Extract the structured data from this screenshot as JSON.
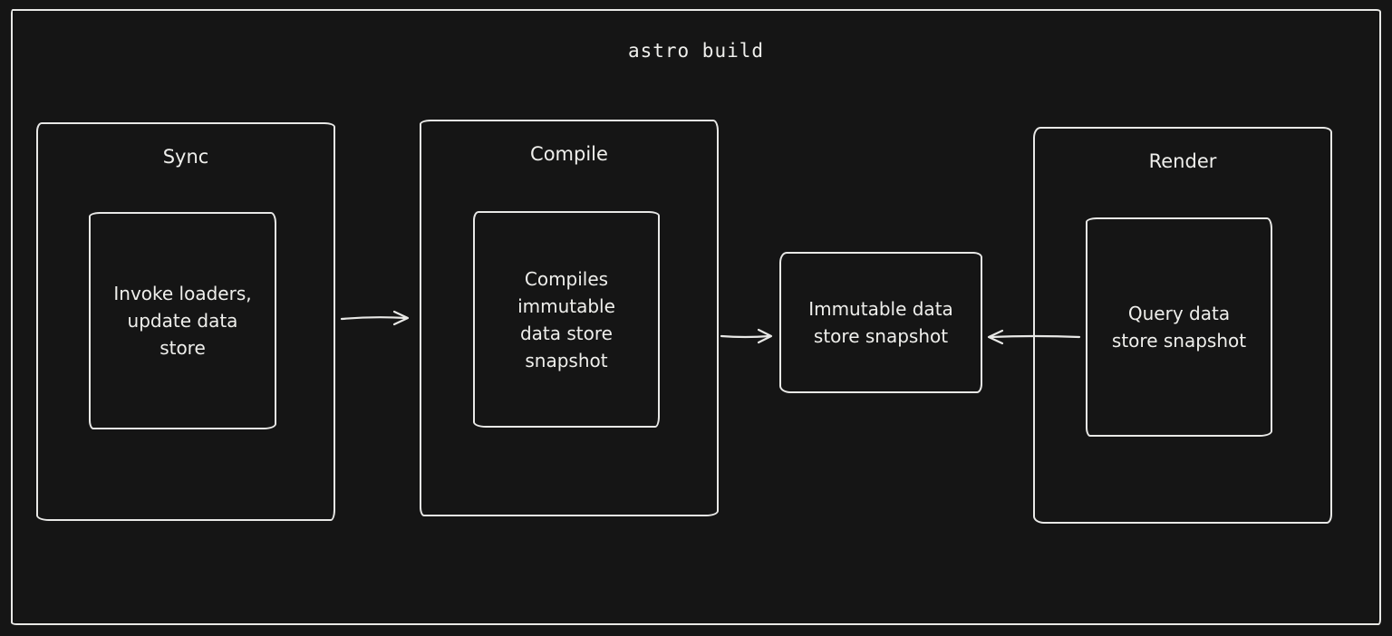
{
  "colors": {
    "bg": "#151515",
    "stroke": "#e8e8e6",
    "text": "#efefec"
  },
  "diagram": {
    "title": "astro build",
    "sync": {
      "label": "Sync",
      "inner_text": "Invoke loaders,\nupdate data\nstore"
    },
    "compile": {
      "label": "Compile",
      "inner_text": "Compiles\nimmutable\ndata store\nsnapshot"
    },
    "render": {
      "label": "Render",
      "inner_text": "Query data\nstore snapshot"
    },
    "snapshot": {
      "text": "Immutable data\nstore snapshot"
    },
    "arrows": [
      {
        "name": "arrow-sync-to-compile",
        "direction": "right"
      },
      {
        "name": "arrow-compile-to-snapshot",
        "direction": "right"
      },
      {
        "name": "arrow-render-to-snapshot",
        "direction": "left"
      }
    ]
  }
}
